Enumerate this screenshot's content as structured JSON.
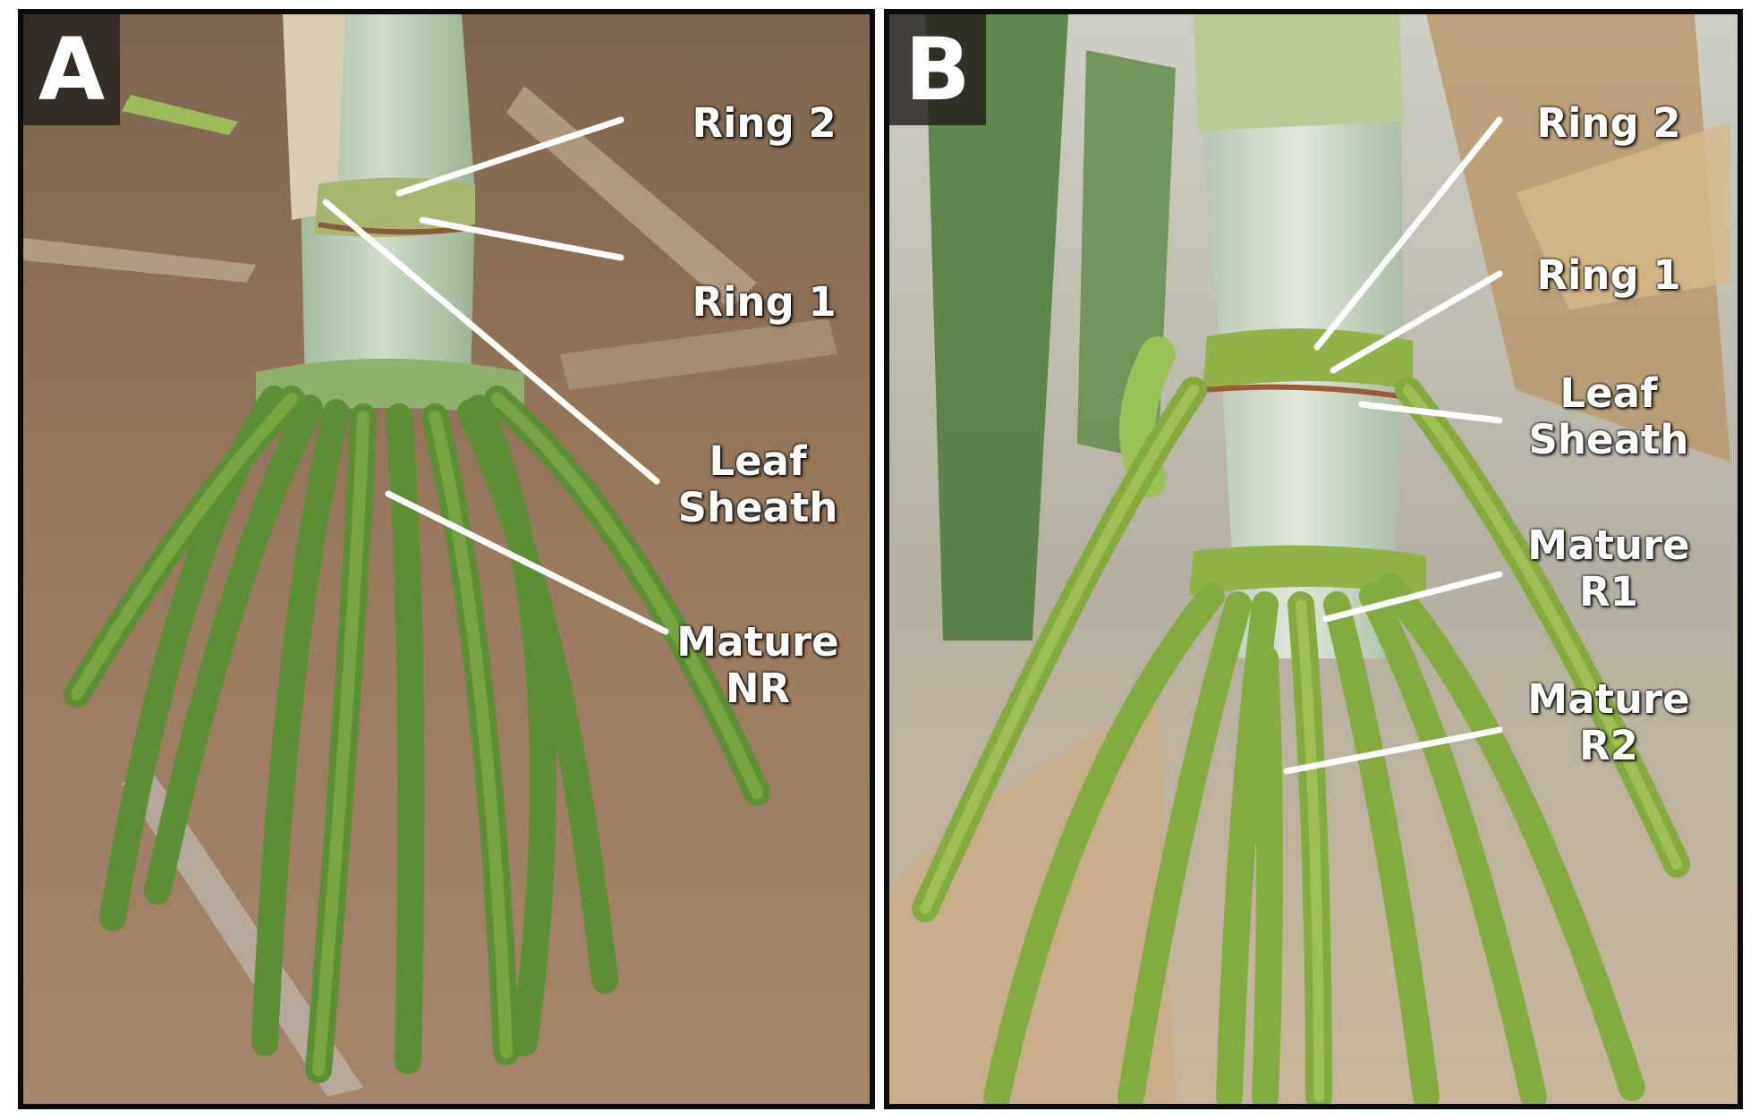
{
  "panel_a": {
    "letter": "A",
    "labels": {
      "ring2": "Ring 2",
      "ring1": "Ring 1",
      "leaf_sheath": "Leaf\nSheath",
      "mature_nr": "Mature\nNR"
    }
  },
  "panel_b": {
    "letter": "B",
    "labels": {
      "ring2": "Ring 2",
      "ring1": "Ring 1",
      "leaf_sheath": "Leaf\nSheath",
      "mature_r1": "Mature\nR1",
      "mature_r2": "Mature\nR2"
    }
  },
  "colors": {
    "frame": "#0c0c0c",
    "label_text": "#ffffff",
    "soil": "#8f6f55",
    "stem_pale": "#b8cdb4",
    "root_green": "#5f8f34",
    "root_light": "#90b347"
  }
}
